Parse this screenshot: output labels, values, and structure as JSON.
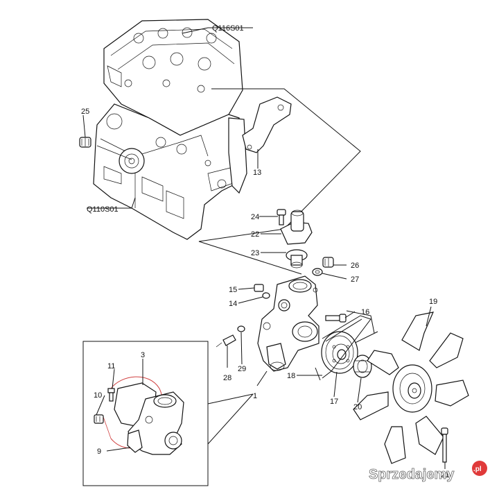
{
  "diagram": {
    "codes": {
      "head": "Q116S01",
      "block": "Q110S01"
    },
    "callouts": {
      "n1": "1",
      "n3": "3",
      "n9": "9",
      "n10": "10",
      "n11": "11",
      "n13": "13",
      "n14": "14",
      "n15": "15",
      "n16": "16",
      "n17": "17",
      "n18": "18",
      "n19": "19",
      "n20": "20",
      "n21": "21",
      "n22": "22",
      "n23": "23",
      "n24": "24",
      "n25": "25",
      "n26": "26",
      "n27": "27",
      "n28": "28",
      "n29": "29"
    }
  },
  "watermark": {
    "text": "Sprzedajemy",
    "suffix": ".pl",
    "color": "#ffffff",
    "accent": "#e03a3a"
  }
}
